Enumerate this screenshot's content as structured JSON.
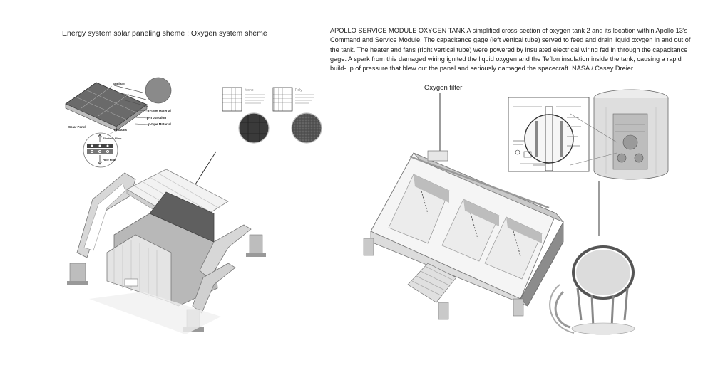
{
  "left_title": "Energy system solar paneling sheme : Oxygen system sheme",
  "caption": "APOLLO SERVICE MODULE OXYGEN TANK A simplified cross-section of oxygen tank 2 and its location within Apollo 13's Command and Service Module. The capacitance gage (left vertical tube) served to feed and drain liquid oxygen in and out of the tank. The heater and fans (right vertical tube) were powered by insulated electrical wiring fed in through the capacitance gage. A spark from this damaged wiring ignited the liquid oxygen and the Teflon insulation inside the tank, causing a rapid build-up of pressure that blew out the panel and seriously damaged the spacecraft. NASA / Casey Dreier",
  "oxygen_filter_label": "Oxygen filter",
  "solar_diagram": {
    "sunlight": "Sunlight",
    "n_type": "n-type Material",
    "pn_junction": "p-n Junction",
    "p_type": "p-type Material",
    "photons": "Photons",
    "solar_panel": "Solar Panel",
    "electron_flow": "Electron Flow",
    "hole_flow": "Hole Flow"
  },
  "mono_poly": {
    "mono_title": "Mono",
    "poly_title": "Poly"
  }
}
